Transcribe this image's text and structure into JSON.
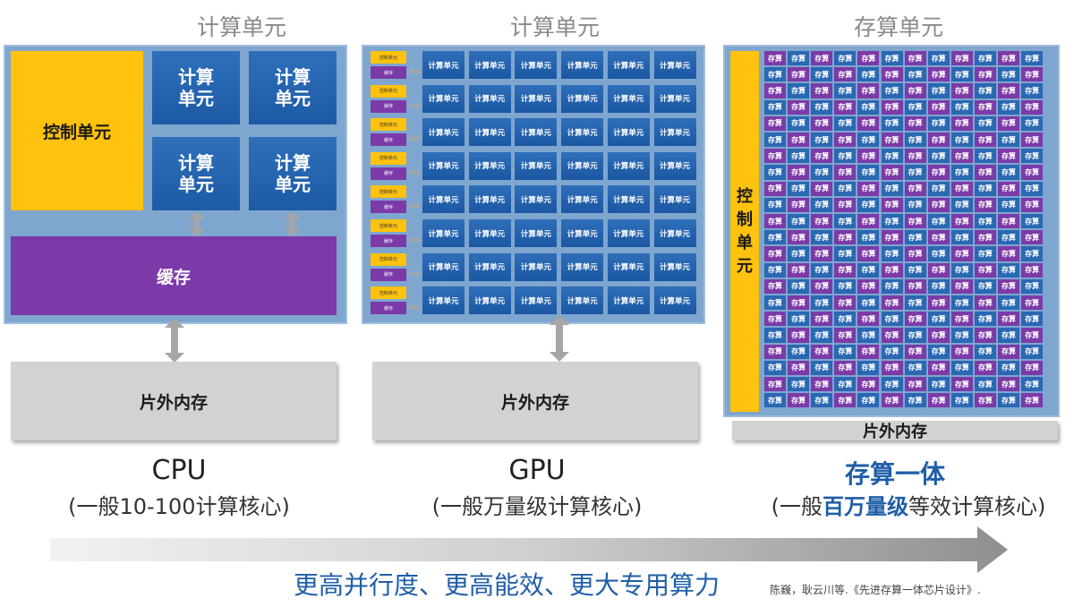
{
  "headers": {
    "cpu": "计算单元",
    "gpu": "计算单元",
    "pim": "存算单元"
  },
  "cpu": {
    "control": "控制单元",
    "compute_units": [
      "计算\n单元",
      "计算\n单元",
      "计算\n单元",
      "计算\n单元"
    ],
    "cache": "缓存",
    "memory": "片外内存",
    "title": "CPU",
    "subtitle": "(一般10-100计算核心)"
  },
  "gpu": {
    "row_control": "控制单元",
    "row_cache": "缓存",
    "compute_unit": "计算单元",
    "rows": 8,
    "cols": 6,
    "memory": "片外内存",
    "title": "GPU",
    "subtitle": "(一般万量级计算核心)"
  },
  "pim": {
    "control": "控制\n单元",
    "cell": "存算",
    "rows": 22,
    "cols": 12,
    "memory": "片外内存",
    "title": "存算一体",
    "subtitle_prefix": "(一般",
    "subtitle_highlight": "百万量级",
    "subtitle_suffix": "等效计算核心)"
  },
  "bottom": {
    "slogan": "更高并行度、更高能效、更大专用算力",
    "citation": "陈巍，耿云川等.《先进存算一体芯片设计》."
  },
  "colors": {
    "panel": "#7fa6cf",
    "control": "#ffc20e",
    "compute": "#1d5aa6",
    "cache": "#7c3aa8",
    "memory": "#d2d2d2",
    "accent": "#1f5ea8"
  }
}
